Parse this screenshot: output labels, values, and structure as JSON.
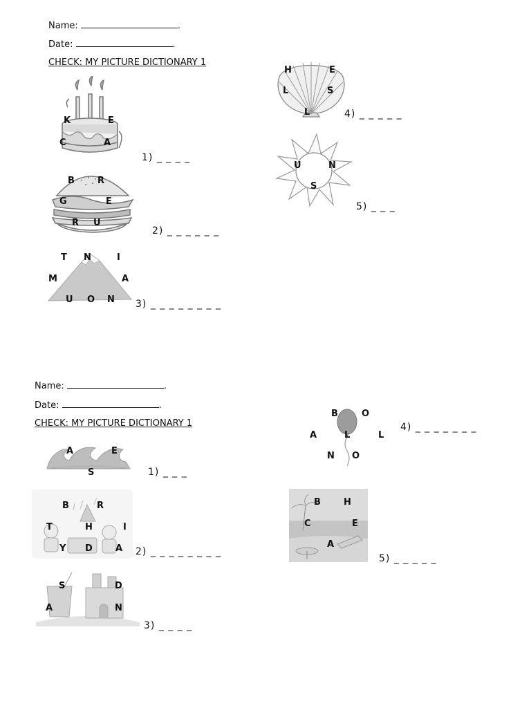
{
  "top": {
    "name_label": "Name:",
    "date_label": "Date:",
    "dot": ".",
    "title": "CHECK: MY PICTURE DICTIONARY 1",
    "items": [
      {
        "number": "1)",
        "blanks": "_ _ _ _",
        "letters": [
          "K",
          "E",
          "C",
          "A"
        ],
        "picture": "cake-icon"
      },
      {
        "number": "2)",
        "blanks": "_ _ _ _ _ _",
        "letters": [
          "B",
          "R",
          "G",
          "E",
          "R",
          "U"
        ],
        "picture": "burger-icon"
      },
      {
        "number": "3)",
        "blanks": "_ _ _ _ _ _ _ _",
        "letters": [
          "T",
          "N",
          "I",
          "M",
          "A",
          "U",
          "O",
          "N"
        ],
        "picture": "mountain-icon"
      },
      {
        "number": "4)",
        "blanks": "_ _ _ _ _",
        "letters": [
          "H",
          "E",
          "L",
          "S",
          "L"
        ],
        "picture": "shell-icon"
      },
      {
        "number": "5)",
        "blanks": "_ _ _",
        "letters": [
          "U",
          "N",
          "S"
        ],
        "picture": "sun-icon"
      }
    ]
  },
  "bottom": {
    "name_label": "Name:",
    "date_label": "Date:",
    "dot": ".",
    "title": "CHECK: MY PICTURE DICTIONARY 1",
    "items": [
      {
        "number": "1)",
        "blanks": "_ _ _",
        "letters": [
          "A",
          "E",
          "S"
        ],
        "picture": "waves-icon"
      },
      {
        "number": "2)",
        "blanks": "_ _ _ _ _ _ _ _",
        "letters": [
          "B",
          "R",
          "T",
          "H",
          "I",
          "Y",
          "D",
          "A"
        ],
        "picture": "birthday-party-icon"
      },
      {
        "number": "3)",
        "blanks": "_ _ _ _",
        "letters": [
          "S",
          "D",
          "A",
          "N"
        ],
        "picture": "sandcastle-icon"
      },
      {
        "number": "4)",
        "blanks": "_ _ _ _ _ _ _",
        "letters": [
          "B",
          "O",
          "A",
          "L",
          "L",
          "N",
          "O"
        ],
        "picture": "balloon-icon"
      },
      {
        "number": "5)",
        "blanks": "_ _ _ _ _",
        "letters": [
          "B",
          "H",
          "C",
          "E",
          "A"
        ],
        "picture": "beach-icon"
      }
    ]
  }
}
